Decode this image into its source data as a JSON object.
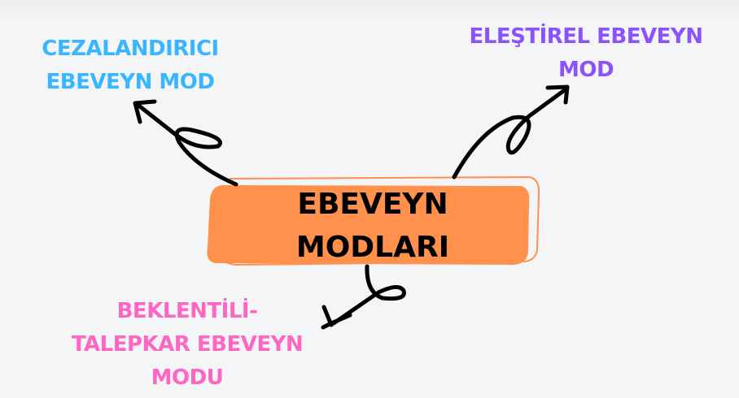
{
  "center": {
    "lines": [
      "EBEVEYN",
      "MODLARI"
    ]
  },
  "branches": [
    {
      "lines": [
        "CEZALANDIRICI",
        "EBEVEYN MOD"
      ],
      "color": "#38b6ff"
    },
    {
      "lines": [
        "ELEŞTİREL EBEVEYN",
        "MOD"
      ],
      "color": "#8c52ff"
    },
    {
      "lines": [
        "BEKLENTİLİ-",
        "TALEPKAR EBEVEYN",
        "MODU"
      ],
      "color": "#ff66c4"
    }
  ],
  "colors": {
    "background": "#f4f5f7",
    "box": "#ff914d",
    "arrow": "#000000"
  }
}
